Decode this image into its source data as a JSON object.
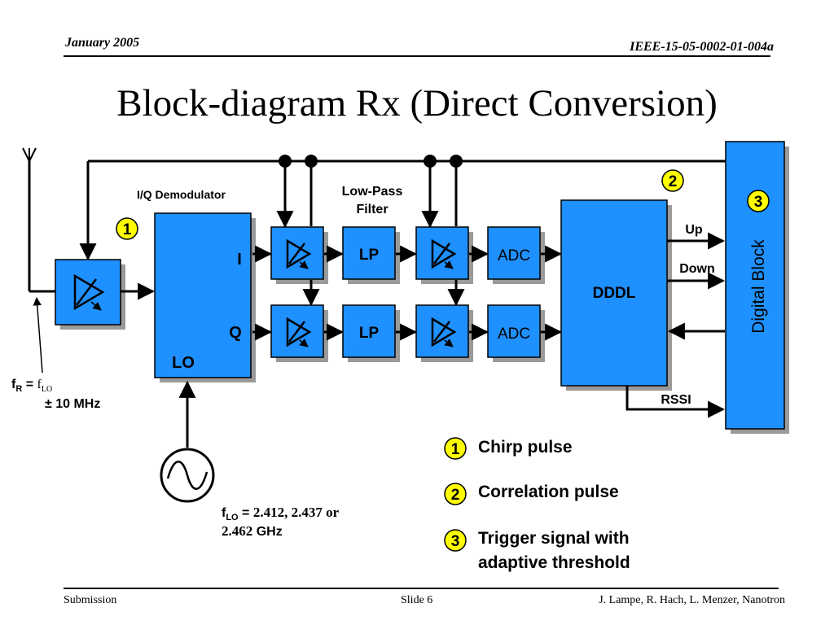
{
  "header": {
    "date": "January 2005",
    "doc_id": "IEEE-15-05-0002-01-004a"
  },
  "title": "Block-diagram Rx (Direct Conversion)",
  "diagram": {
    "labels": {
      "iq_demodulator": "I/Q Demodulator",
      "low_pass_filter_line1": "Low-Pass",
      "low_pass_filter_line2": "Filter",
      "i": "I",
      "q": "Q",
      "lo": "LO",
      "lp": "LP",
      "adc": "ADC",
      "dddl": "DDDL",
      "up": "Up",
      "down": "Down",
      "rssi": "RSSI",
      "digital_block": "Digital Block"
    },
    "markers": [
      "1",
      "2",
      "3"
    ],
    "fr": {
      "prefix": "f",
      "prefix_sub": "R",
      "equals": " = ",
      "flo": "f",
      "flo_sub": "LO",
      "tolerance": "± 10 MHz"
    },
    "flo_freq": {
      "prefix": "f",
      "prefix_sub": "LO",
      "equals": " = ",
      "values_line1": "2.412, 2.437 or",
      "values_line2": "2.462",
      "unit": " GHz"
    }
  },
  "legend": [
    {
      "num": "1",
      "text": "Chirp pulse"
    },
    {
      "num": "2",
      "text": "Correlation pulse"
    },
    {
      "num": "3",
      "text_line1": "Trigger signal with",
      "text_line2": "adaptive threshold"
    }
  ],
  "footer": {
    "left": "Submission",
    "center": "Slide 6",
    "right": "J. Lampe, R. Hach, L. Menzer, Nanotron"
  },
  "colors": {
    "block_fill": "#1e90ff",
    "marker_fill": "#ffff00"
  }
}
